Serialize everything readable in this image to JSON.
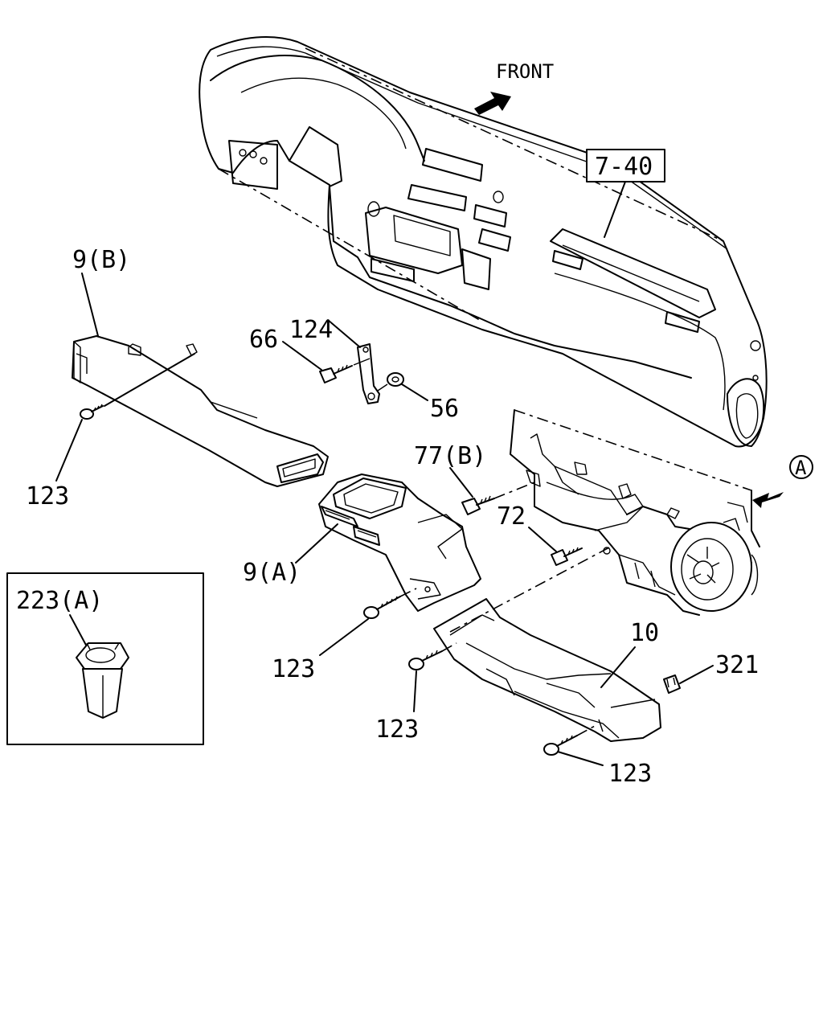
{
  "direction": {
    "label": "FRONT"
  },
  "view_marker": {
    "label": "A"
  },
  "reference_box": {
    "label": "7-40"
  },
  "callouts": {
    "duct_9b": "9(B)",
    "part_124": "124",
    "part_66": "66",
    "part_56": "56",
    "screw_123_left": "123",
    "part_77b": "77(B)",
    "part_72": "72",
    "duct_9a": "9(A)",
    "screw_123_mid": "123",
    "duct_10": "10",
    "screw_123_low": "123",
    "clip_321": "321",
    "screw_123_right": "123"
  },
  "inset": {
    "label": "223(A)"
  },
  "icons": {
    "front_arrow": "arrow-icon",
    "view_arrow": "arrow-icon"
  }
}
